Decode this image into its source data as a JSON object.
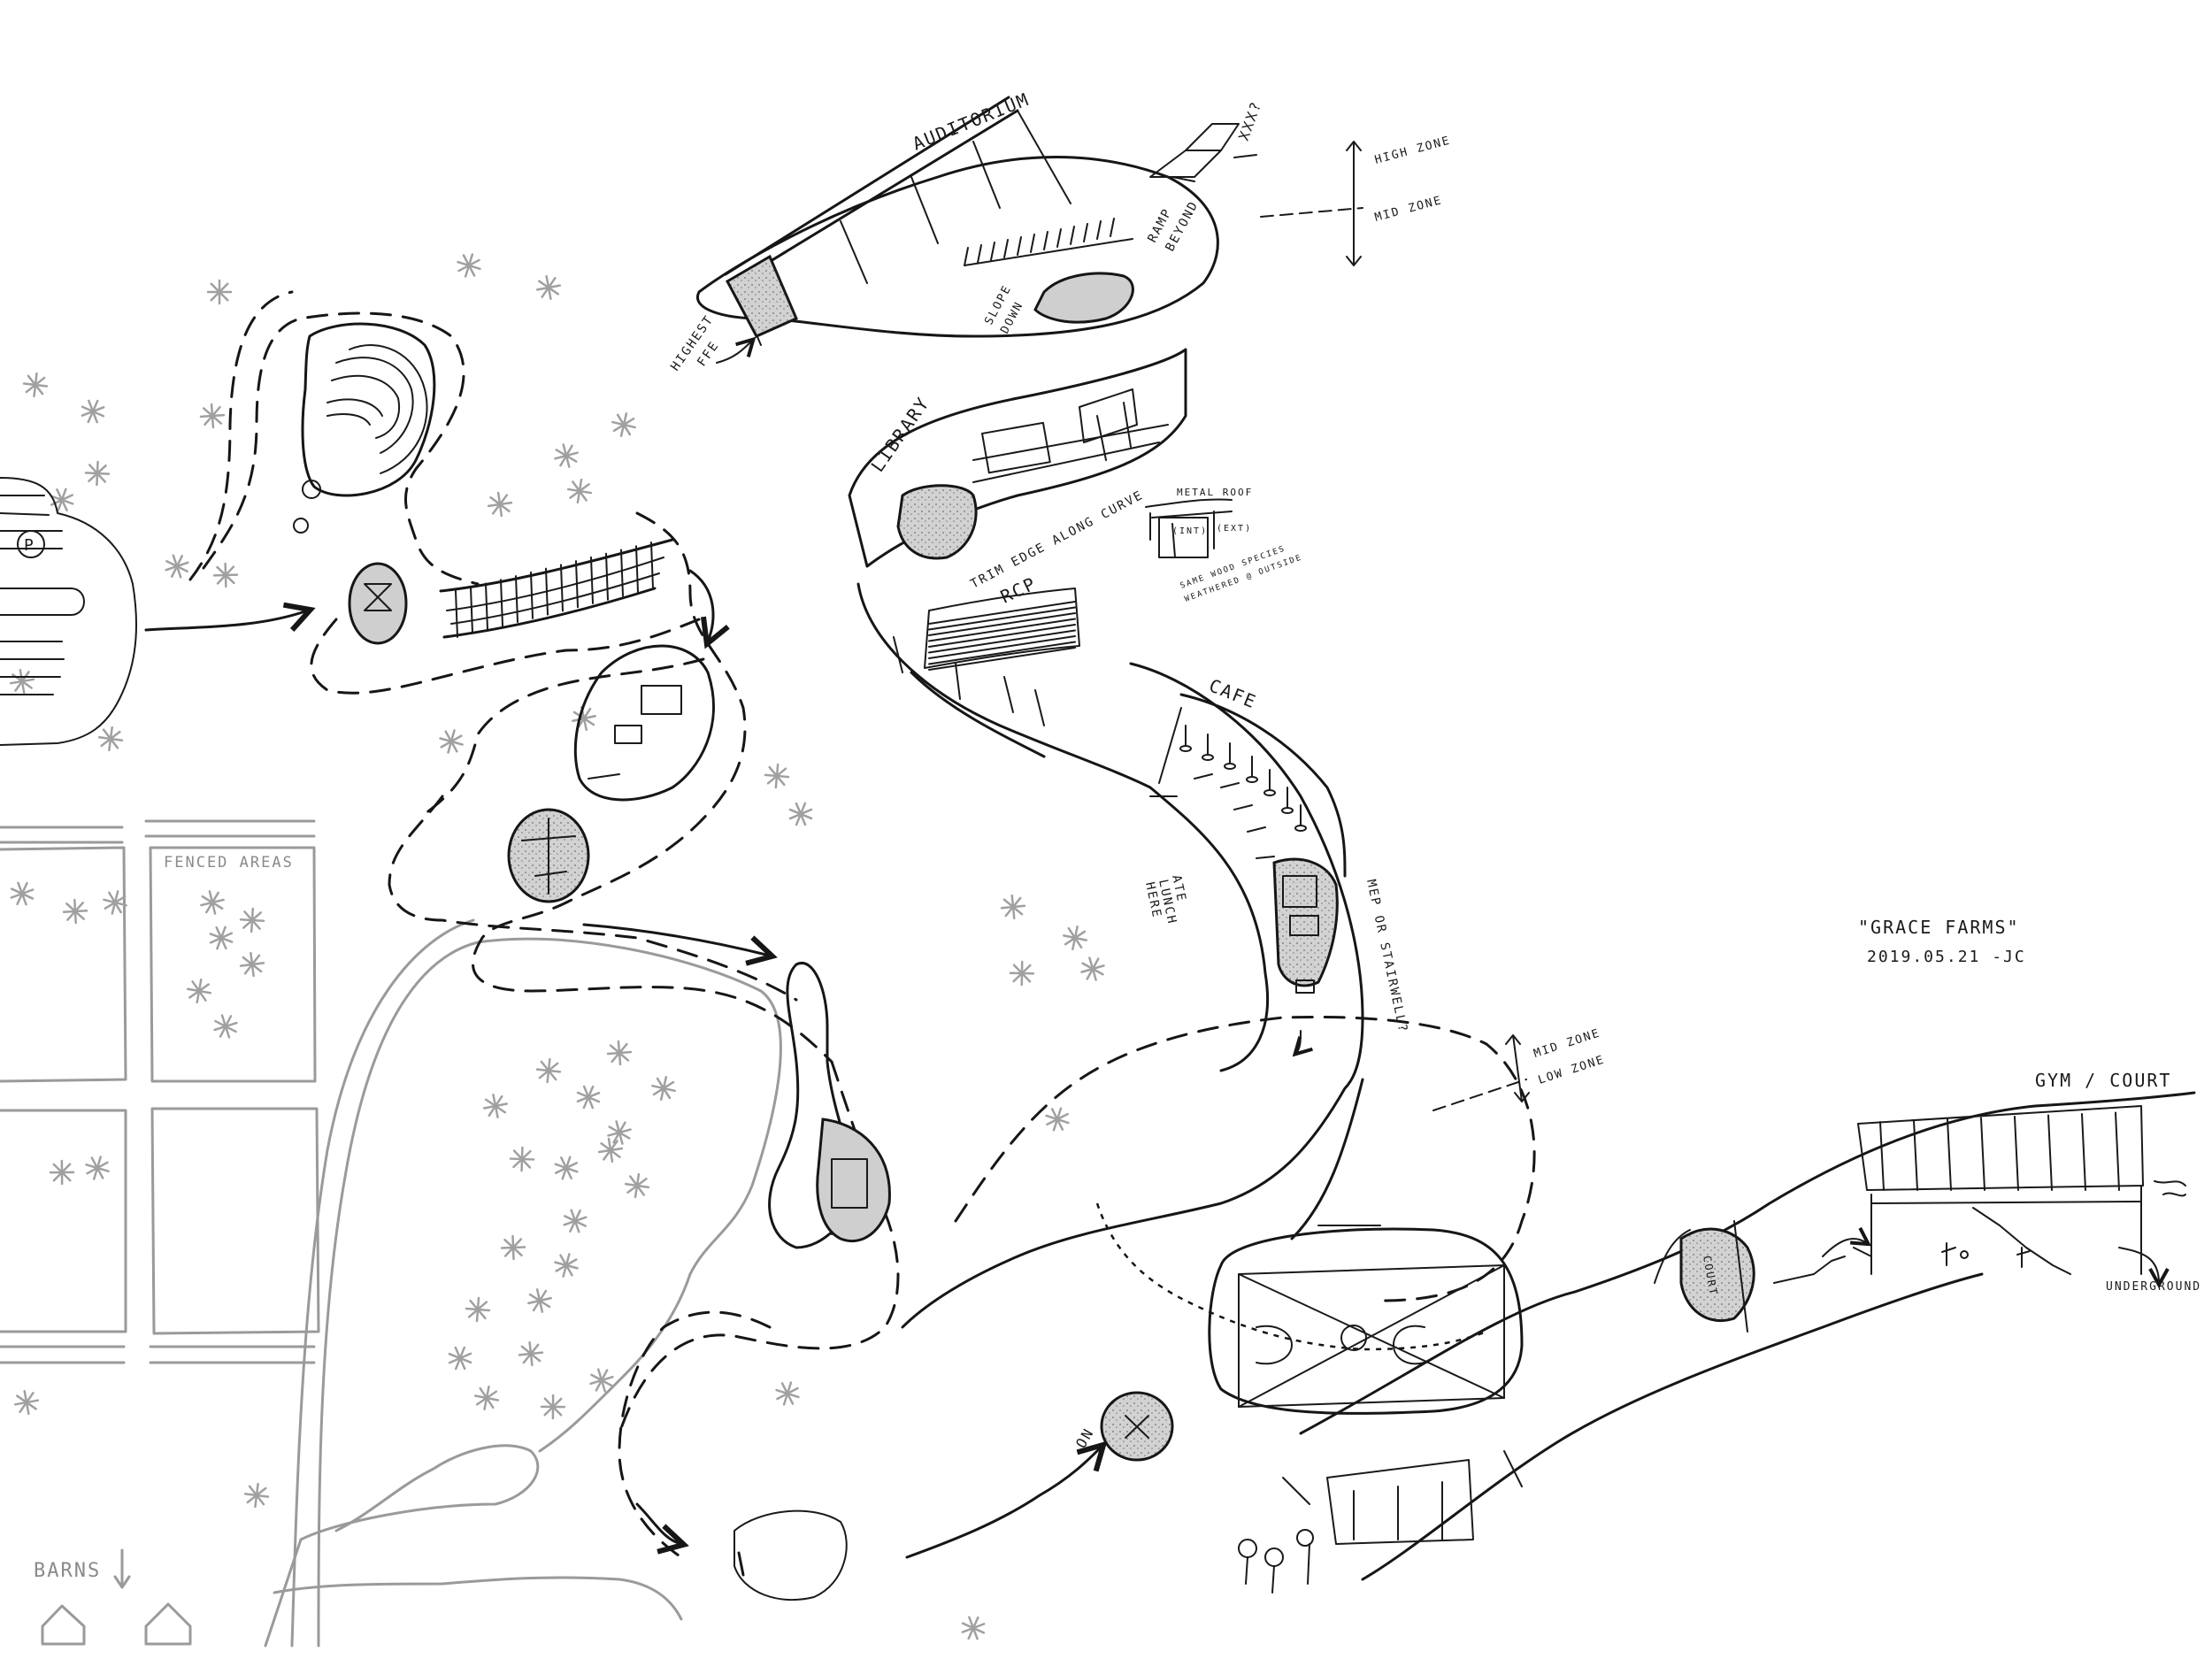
{
  "sketch_title": "\"GRACE FARMS\"",
  "sketch_date": "2019.05.21 -JC",
  "rooms": {
    "auditorium": "AUDITORIUM",
    "library": "LIBRARY",
    "cafe": "CAFE",
    "gym": "GYM / COURT"
  },
  "annotations": {
    "xxx": "XXX?",
    "ramp_beyond_1": "RAMP",
    "ramp_beyond_2": "BEYOND",
    "slope_down_1": "SLOPE",
    "slope_down_2": "DOWN",
    "highest_ffe_1": "HIGHEST",
    "highest_ffe_2": "FFE",
    "trim_edge": "TRIM EDGE ALONG CURVE",
    "rcp": "RCP",
    "metal_roof": "METAL ROOF",
    "ext": "(EXT)",
    "int": "(INT)",
    "wood_note_1": "SAME WOOD SPECIES",
    "wood_note_2": "WEATHERED @ OUTSIDE",
    "ate_lunch_1": "ATE",
    "ate_lunch_2": "LUNCH",
    "ate_lunch_3": "HERE",
    "mep": "MEP OR STAIRWELL?",
    "underground": "UNDERGROUND",
    "court": "COURT",
    "on": "ON",
    "parking": "P"
  },
  "zones": {
    "high": "HIGH ZONE",
    "mid_top": "MID ZONE",
    "mid_bottom": "MID ZONE",
    "low": "LOW ZONE"
  },
  "site": {
    "fenced_areas": "FENCED AREAS",
    "barns": "BARNS"
  },
  "colors": {
    "ink": "#161616",
    "pencil_gray": "#9a9a9a",
    "tone_fill": "#cfcfcf",
    "paper": "#ffffff"
  }
}
